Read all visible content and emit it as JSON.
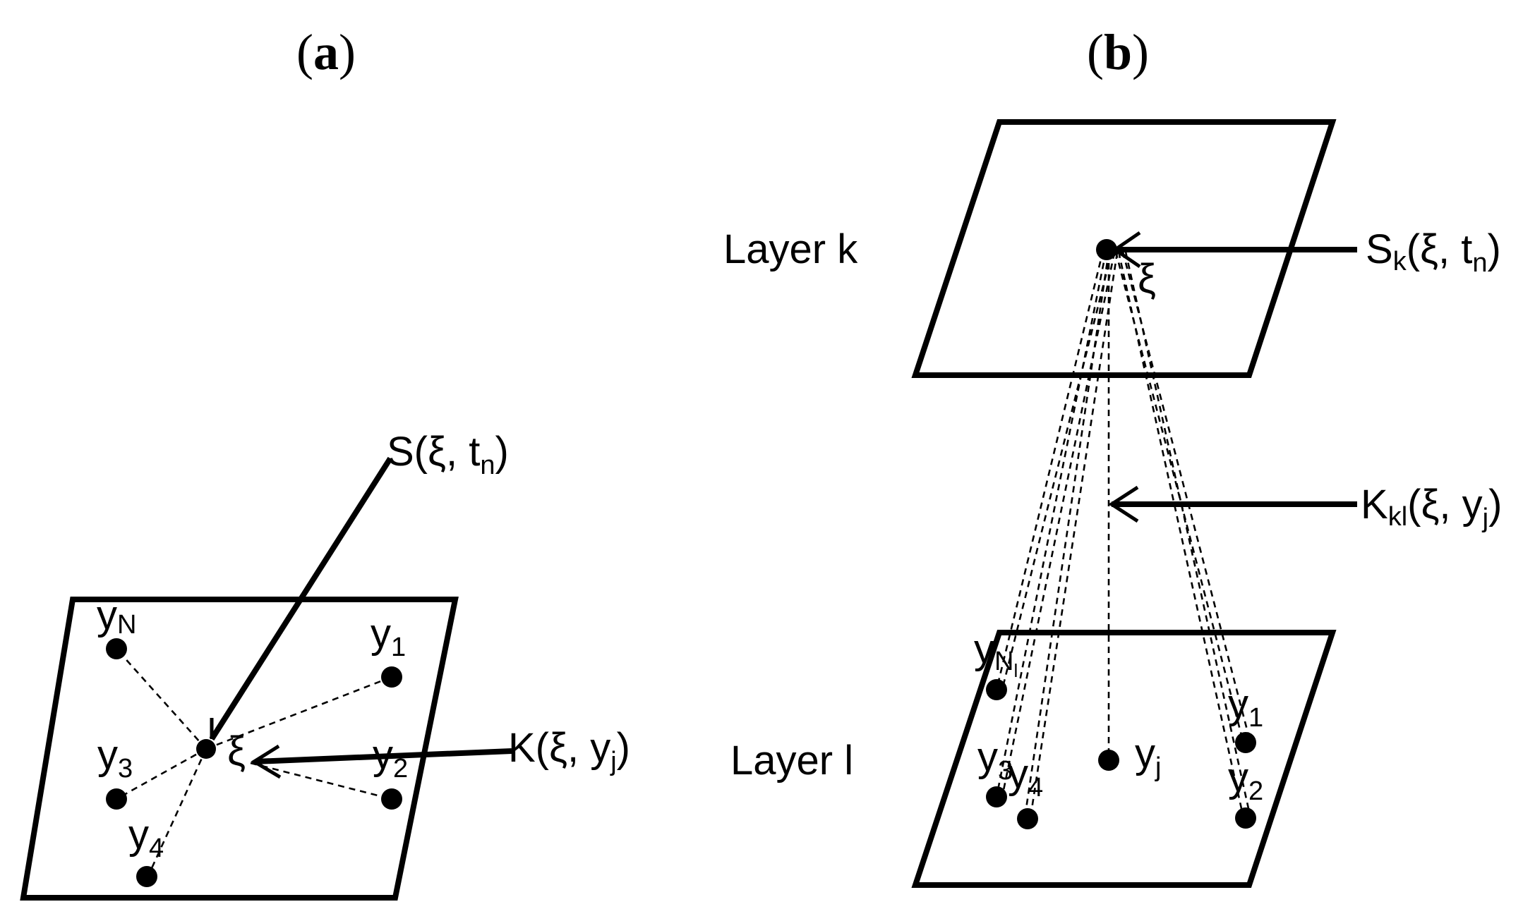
{
  "panels": {
    "a": {
      "paren_open": "(",
      "letter": "a",
      "paren_close": ")"
    },
    "b": {
      "paren_open": "(",
      "letter": "b",
      "paren_close": ")"
    }
  },
  "panel_a": {
    "source_label": {
      "main": "S(ξ, t",
      "sub": "n",
      "tail": ")"
    },
    "kernel_label": {
      "main": "K(ξ, y",
      "sub": "j",
      "tail": ")"
    },
    "center_label": "ξ",
    "points": [
      {
        "name": "y",
        "sub": "N"
      },
      {
        "name": "y",
        "sub": "1"
      },
      {
        "name": "y",
        "sub": "3"
      },
      {
        "name": "y",
        "sub": "2"
      },
      {
        "name": "y",
        "sub": "4"
      }
    ]
  },
  "panel_b": {
    "layer_k_label": "Layer k",
    "layer_l_label": "Layer l",
    "source_label": {
      "main": "S",
      "sub1": "k",
      "mid": "(ξ, t",
      "sub2": "n",
      "tail": ")"
    },
    "kernel_label": {
      "main": "K",
      "sub1": "kl",
      "mid": "(ξ, y",
      "sub2": "j",
      "tail": ")"
    },
    "center_label": "ξ",
    "points": [
      {
        "name": "y",
        "sub": "N",
        "subsub": "l"
      },
      {
        "name": "y",
        "sub": "1"
      },
      {
        "name": "y",
        "sub": "j"
      },
      {
        "name": "y",
        "sub": "3"
      },
      {
        "name": "y",
        "sub": "4"
      },
      {
        "name": "y",
        "sub": "2"
      }
    ]
  }
}
